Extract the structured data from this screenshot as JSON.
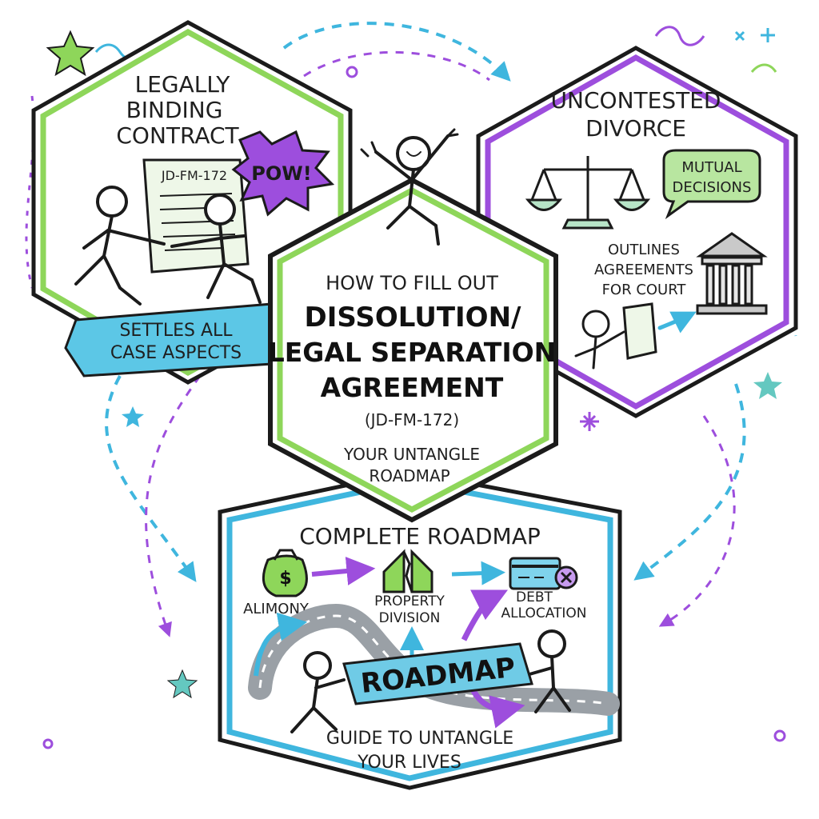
{
  "top_left": {
    "title_lines": [
      "LEGALLY",
      "BINDING",
      "CONTRACT"
    ],
    "document_label": "JD-FM-172",
    "burst_text": "POW!",
    "ribbon_lines": [
      "SETTLES ALL",
      "CASE ASPECTS"
    ]
  },
  "top_right": {
    "title_lines": [
      "UNCONTESTED",
      "DIVORCE"
    ],
    "bubble_lines": [
      "MUTUAL",
      "DECISIONS"
    ],
    "note_lines": [
      "OUTLINES",
      "AGREEMENTS",
      "FOR COURT"
    ]
  },
  "center": {
    "intro": "HOW TO FILL OUT",
    "title_lines": [
      "DISSOLUTION/",
      "LEGAL SEPARATION",
      "AGREEMENT"
    ],
    "form_code": "(JD-FM-172)",
    "subtitle_lines": [
      "YOUR UNTANGLE",
      "ROADMAP"
    ]
  },
  "bottom": {
    "title": "COMPLETE ROADMAP",
    "steps": [
      {
        "label_lines": [
          "ALIMONY"
        ],
        "icon": "money-bag-icon"
      },
      {
        "label_lines": [
          "PROPERTY",
          "DIVISION"
        ],
        "icon": "split-house-icon"
      },
      {
        "label_lines": [
          "DEBT",
          "ALLOCATION"
        ],
        "icon": "credit-card-icon"
      }
    ],
    "banner": "ROADMAP",
    "footer_lines": [
      "GUIDE TO UNTANGLE",
      "YOUR LIVES"
    ]
  },
  "colors": {
    "green": "#8ed65a",
    "purple": "#9d4edd",
    "blue": "#3fb6de",
    "teal": "#64c8c0",
    "ink": "#1b1b1b"
  }
}
